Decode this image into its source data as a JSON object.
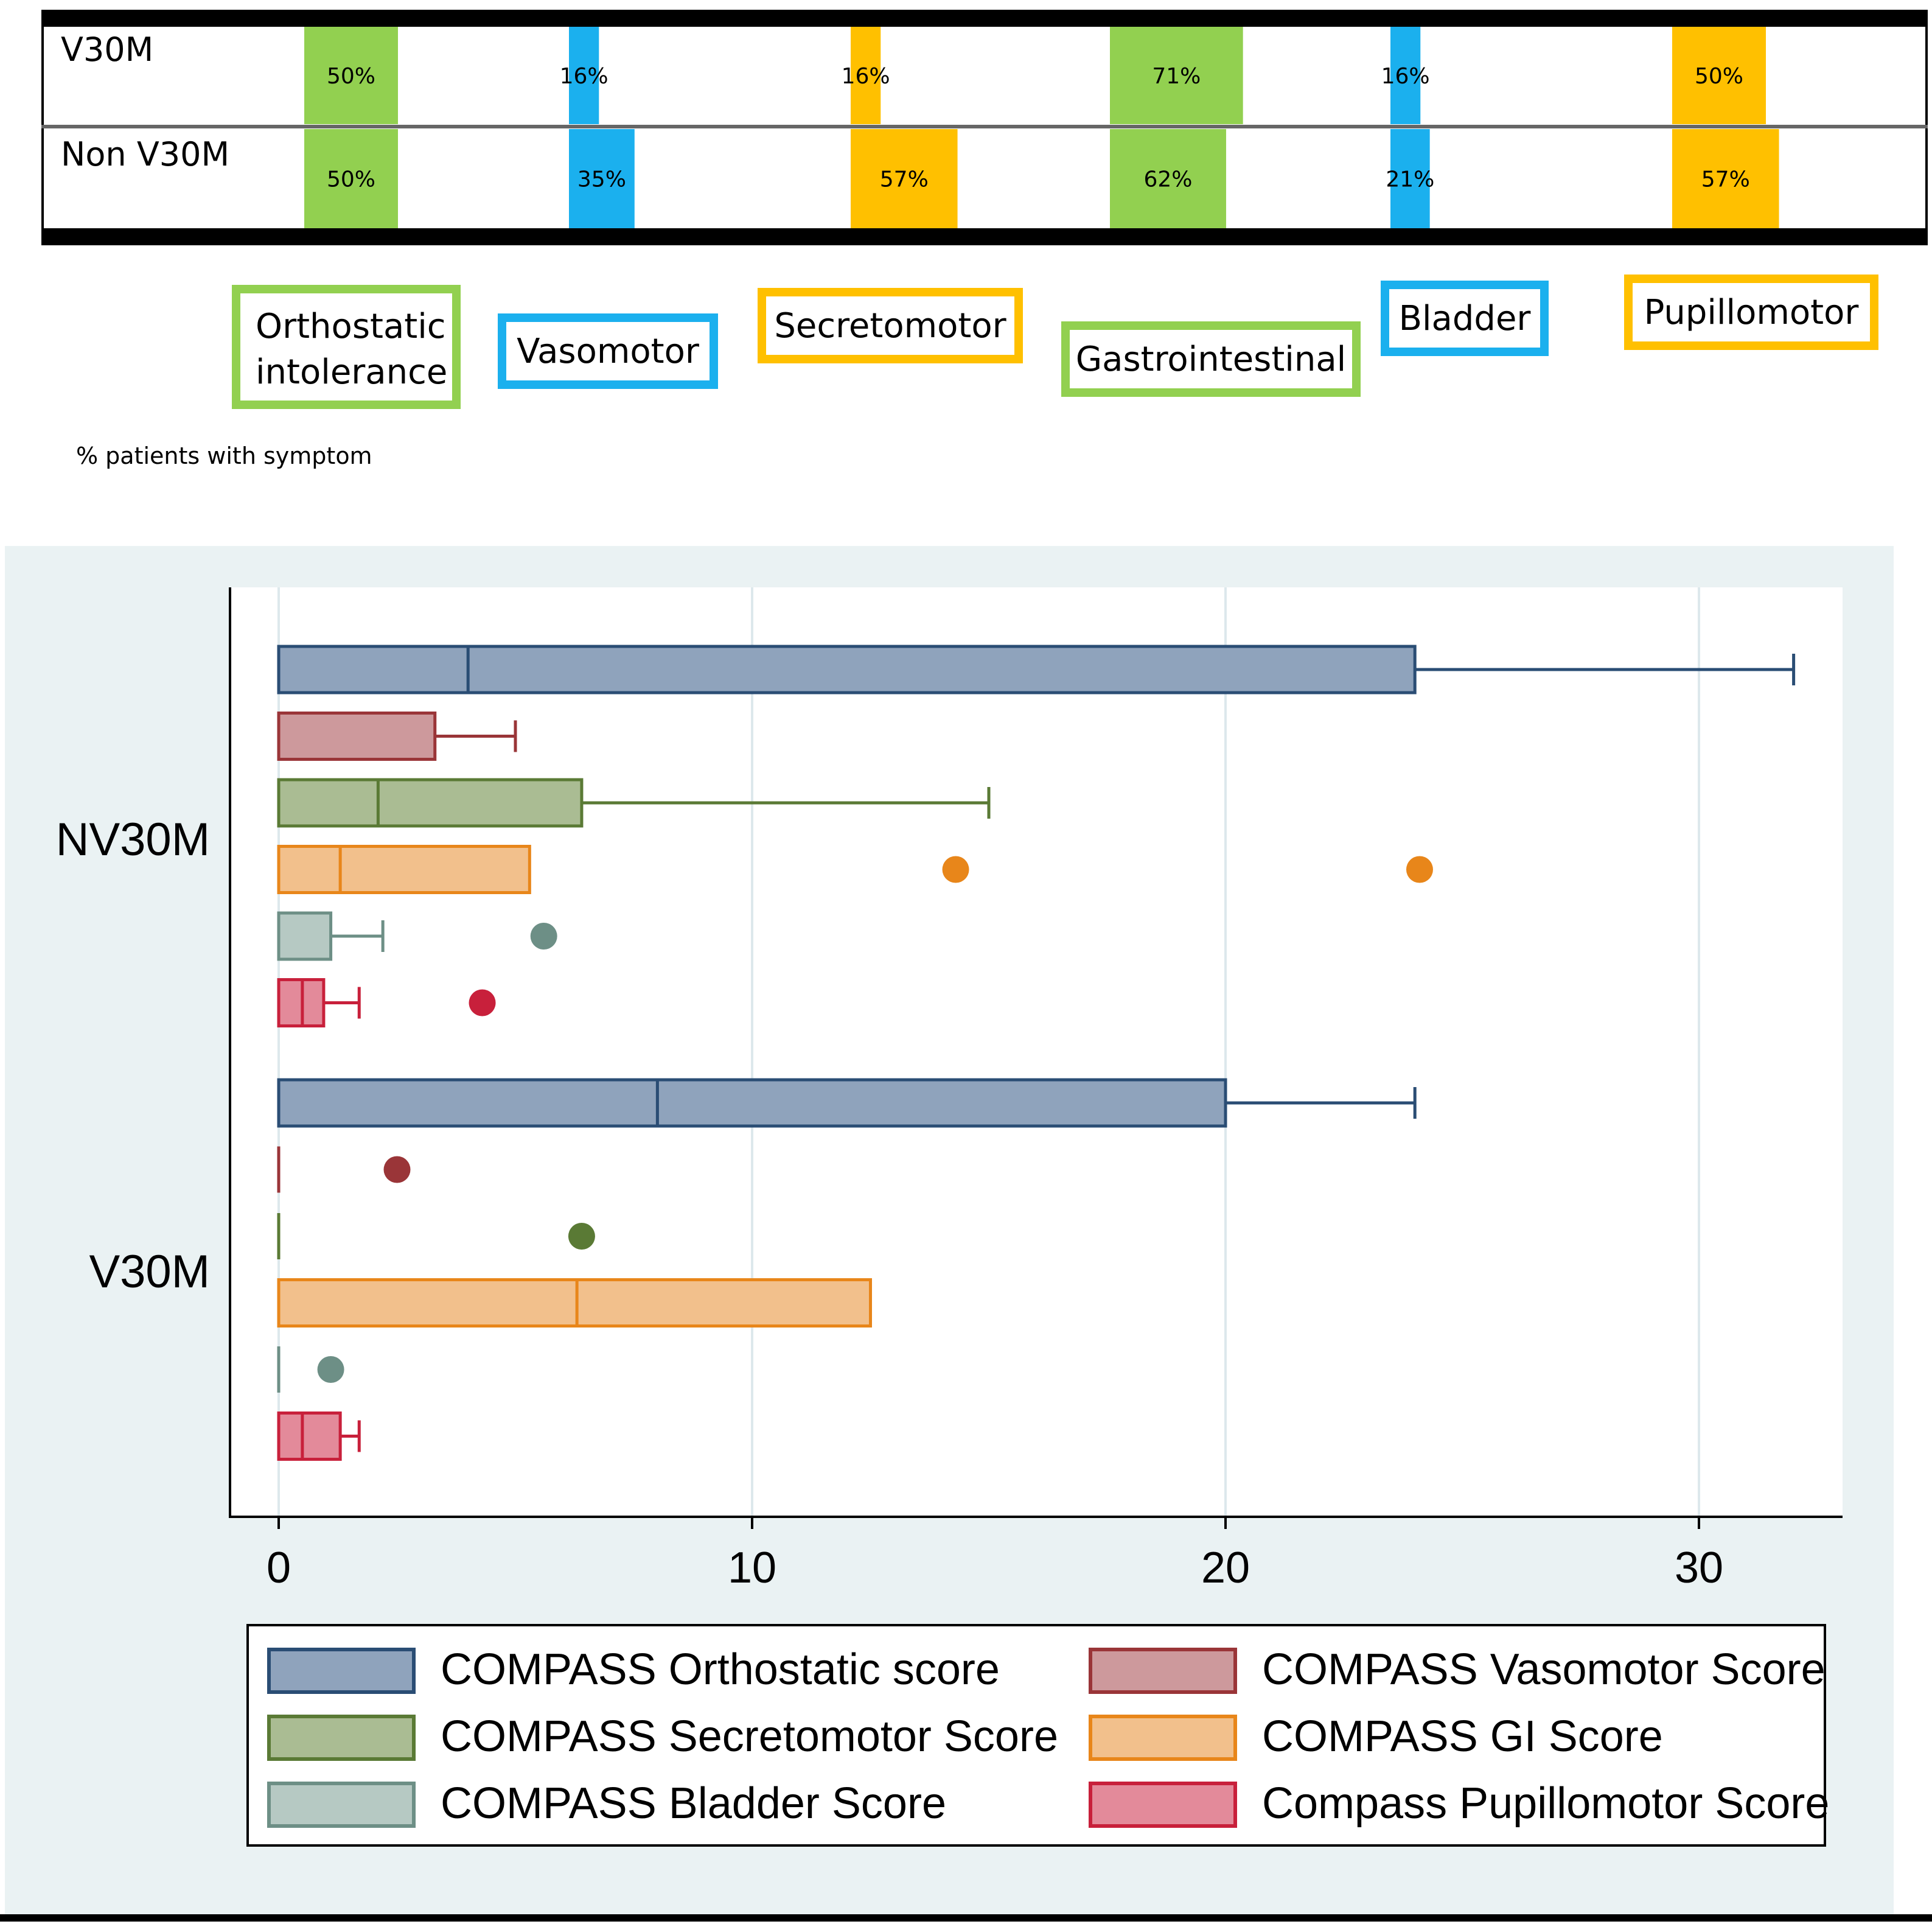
{
  "chart_data": [
    {
      "type": "bar",
      "rows": [
        "V30M",
        "Non V30M"
      ],
      "categories": [
        "Orthostatic intolerance",
        "Vasomotor",
        "Secretomotor",
        "Gastrointestinal",
        "Bladder",
        "Pupillomotor"
      ],
      "category_colors": [
        "#92d050",
        "#1bb0ee",
        "#ffc000",
        "#92d050",
        "#1bb0ee",
        "#ffc000"
      ],
      "values": {
        "V30M": [
          50,
          16,
          16,
          71,
          16,
          50
        ],
        "Non V30M": [
          50,
          35,
          57,
          62,
          21,
          57
        ]
      },
      "labels": {
        "V30M": [
          "50%",
          "16%",
          "16%",
          "71%",
          "16%",
          "50%"
        ],
        "Non V30M": [
          "50%",
          "35%",
          "57%",
          "62%",
          "21%",
          "57%"
        ]
      },
      "note": "% patients with symptom"
    },
    {
      "type": "boxplot",
      "orientation": "horizontal",
      "xlim": [
        -1,
        33
      ],
      "xticks": [
        0,
        10,
        20,
        30
      ],
      "grid": true,
      "groups": [
        "NV30M",
        "V30M"
      ],
      "legend_position": "bottom",
      "series": [
        {
          "name": "COMPASS Orthostatic score",
          "fill": "#8fa3bc",
          "stroke": "#2a4d74",
          "NV30M": {
            "q1": 0,
            "median": 4,
            "q3": 24,
            "whisker_low": 0,
            "whisker_high": 32,
            "outliers": []
          },
          "V30M": {
            "q1": 0,
            "median": 8,
            "q3": 20,
            "whisker_low": 0,
            "whisker_high": 24,
            "outliers": []
          }
        },
        {
          "name": "COMPASS Vasomotor Score",
          "fill": "#cd999c",
          "stroke": "#9a3538",
          "NV30M": {
            "q1": 0,
            "median": 0,
            "q3": 3.3,
            "whisker_low": 0,
            "whisker_high": 5,
            "outliers": []
          },
          "V30M": {
            "q1": 0,
            "median": 0,
            "q3": 0,
            "whisker_low": 0,
            "whisker_high": 0,
            "outliers": [
              2.5
            ]
          }
        },
        {
          "name": "COMPASS Secretomotor Score",
          "fill": "#aabc93",
          "stroke": "#5a7a35",
          "NV30M": {
            "q1": 0,
            "median": 2.1,
            "q3": 6.4,
            "whisker_low": 0,
            "whisker_high": 15,
            "outliers": []
          },
          "V30M": {
            "q1": 0,
            "median": 0,
            "q3": 0,
            "whisker_low": 0,
            "whisker_high": 0,
            "outliers": [
              6.4
            ]
          }
        },
        {
          "name": "COMPASS GI Score",
          "fill": "#f2c08c",
          "stroke": "#e8861a",
          "NV30M": {
            "q1": 0,
            "median": 1.3,
            "q3": 5.3,
            "whisker_low": 0,
            "whisker_high": 5.3,
            "outliers": [
              14.3,
              24.1
            ]
          },
          "V30M": {
            "q1": 0,
            "median": 6.3,
            "q3": 12.5,
            "whisker_low": 0,
            "whisker_high": 12.5,
            "outliers": []
          }
        },
        {
          "name": "COMPASS Bladder Score",
          "fill": "#b6c9c3",
          "stroke": "#6d8f86",
          "NV30M": {
            "q1": 0,
            "median": 0,
            "q3": 1.1,
            "whisker_low": 0,
            "whisker_high": 2.2,
            "outliers": [
              5.6
            ]
          },
          "V30M": {
            "q1": 0,
            "median": 0,
            "q3": 0,
            "whisker_low": 0,
            "whisker_high": 0,
            "outliers": [
              1.1
            ]
          }
        },
        {
          "name": "Compass Pupillomotor Score",
          "fill": "#e38a9a",
          "stroke": "#c8203b",
          "NV30M": {
            "q1": 0,
            "median": 0.5,
            "q3": 0.95,
            "whisker_low": 0,
            "whisker_high": 1.7,
            "outliers": [
              4.3
            ]
          },
          "V30M": {
            "q1": 0,
            "median": 0.5,
            "q3": 1.3,
            "whisker_low": 0,
            "whisker_high": 1.7,
            "outliers": []
          }
        }
      ]
    }
  ]
}
